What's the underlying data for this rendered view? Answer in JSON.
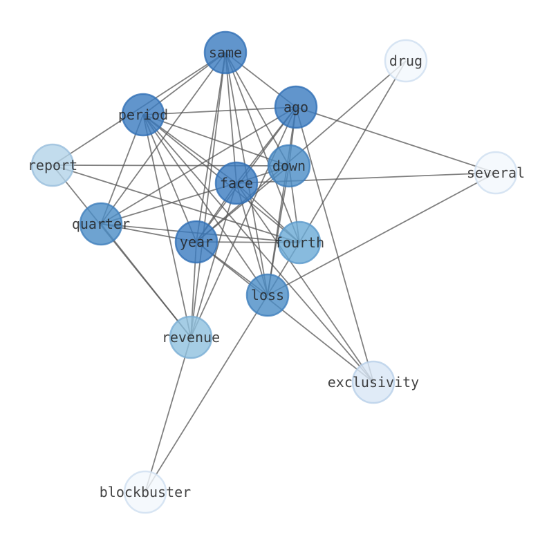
{
  "chart_data": {
    "type": "network",
    "title": "",
    "color_scale": "Blues (darker = higher degree)",
    "nodes": [
      {
        "id": "same",
        "label": "same",
        "degree": 10,
        "color": "#3a7bbf"
      },
      {
        "id": "drug",
        "label": "drug",
        "degree": 2,
        "color": "#f2f7fd"
      },
      {
        "id": "ago",
        "label": "ago",
        "degree": 10,
        "color": "#3a7bbf"
      },
      {
        "id": "period",
        "label": "period",
        "degree": 10,
        "color": "#3a7bbf"
      },
      {
        "id": "report",
        "label": "report",
        "degree": 5,
        "color": "#b3d3e8"
      },
      {
        "id": "down",
        "label": "down",
        "degree": 9,
        "color": "#4a8cc6"
      },
      {
        "id": "several",
        "label": "several",
        "degree": 3,
        "color": "#f2f7fd"
      },
      {
        "id": "face",
        "label": "face",
        "degree": 12,
        "color": "#3a7bbf"
      },
      {
        "id": "quarter",
        "label": "quarter",
        "degree": 9,
        "color": "#4a8cc6"
      },
      {
        "id": "year",
        "label": "year",
        "degree": 12,
        "color": "#3a7bbf"
      },
      {
        "id": "fourth",
        "label": "fourth",
        "degree": 8,
        "color": "#6aaad6"
      },
      {
        "id": "loss",
        "label": "loss",
        "degree": 9,
        "color": "#4a8cc6"
      },
      {
        "id": "revenue",
        "label": "revenue",
        "degree": 8,
        "color": "#8ec1df"
      },
      {
        "id": "exclusivity",
        "label": "exclusivity",
        "degree": 4,
        "color": "#d8e6f5"
      },
      {
        "id": "blockbuster",
        "label": "blockbuster",
        "degree": 2,
        "color": "#f2f7fd"
      }
    ],
    "edges": [
      [
        "same",
        "period"
      ],
      [
        "same",
        "report"
      ],
      [
        "same",
        "quarter"
      ],
      [
        "same",
        "year"
      ],
      [
        "same",
        "revenue"
      ],
      [
        "same",
        "face"
      ],
      [
        "same",
        "loss"
      ],
      [
        "same",
        "down"
      ],
      [
        "same",
        "fourth"
      ],
      [
        "same",
        "ago"
      ],
      [
        "period",
        "ago"
      ],
      [
        "period",
        "down"
      ],
      [
        "period",
        "face"
      ],
      [
        "period",
        "fourth"
      ],
      [
        "period",
        "loss"
      ],
      [
        "period",
        "year"
      ],
      [
        "period",
        "revenue"
      ],
      [
        "period",
        "quarter"
      ],
      [
        "period",
        "exclusivity"
      ],
      [
        "ago",
        "several"
      ],
      [
        "ago",
        "face"
      ],
      [
        "ago",
        "year"
      ],
      [
        "ago",
        "quarter"
      ],
      [
        "ago",
        "down"
      ],
      [
        "ago",
        "revenue"
      ],
      [
        "ago",
        "exclusivity"
      ],
      [
        "ago",
        "loss"
      ],
      [
        "report",
        "down"
      ],
      [
        "report",
        "fourth"
      ],
      [
        "report",
        "revenue"
      ],
      [
        "down",
        "face"
      ],
      [
        "down",
        "year"
      ],
      [
        "down",
        "fourth"
      ],
      [
        "down",
        "loss"
      ],
      [
        "face",
        "several"
      ],
      [
        "face",
        "quarter"
      ],
      [
        "face",
        "year"
      ],
      [
        "face",
        "fourth"
      ],
      [
        "face",
        "loss"
      ],
      [
        "face",
        "exclusivity"
      ],
      [
        "face",
        "revenue"
      ],
      [
        "quarter",
        "year"
      ],
      [
        "quarter",
        "fourth"
      ],
      [
        "quarter",
        "revenue"
      ],
      [
        "year",
        "fourth"
      ],
      [
        "year",
        "loss"
      ],
      [
        "year",
        "exclusivity"
      ],
      [
        "year",
        "drug"
      ],
      [
        "year",
        "revenue"
      ],
      [
        "fourth",
        "drug"
      ],
      [
        "fourth",
        "loss"
      ],
      [
        "loss",
        "several"
      ],
      [
        "loss",
        "blockbuster"
      ],
      [
        "revenue",
        "blockbuster"
      ]
    ]
  }
}
